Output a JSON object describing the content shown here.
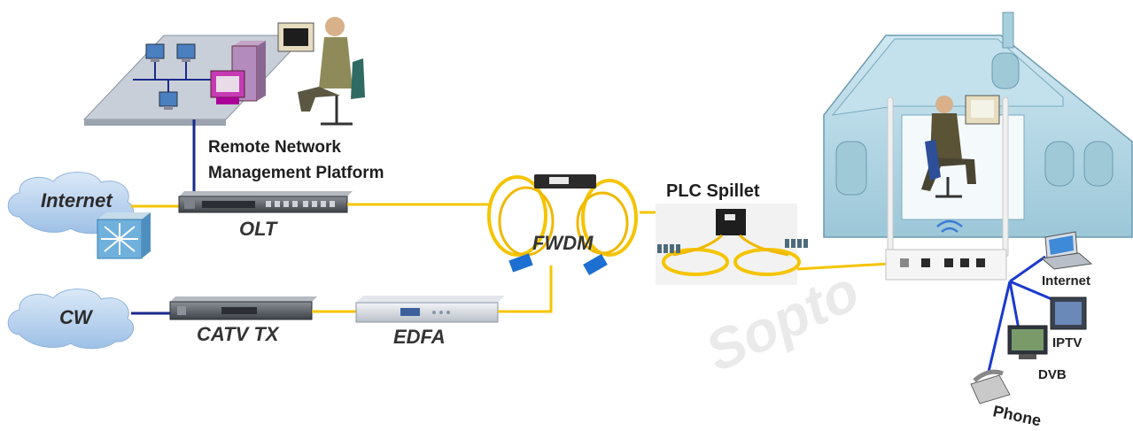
{
  "labels": {
    "platform_line1": "Remote Network",
    "platform_line2": "Management Platform",
    "internet": "Internet",
    "olt": "OLT",
    "cw": "CW",
    "catv_tx": "CATV TX",
    "edfa": "EDFA",
    "fwdm": "FWDM",
    "plc": "PLC Spillet",
    "internet_device": "Internet",
    "iptv": "IPTV",
    "dvb": "DVB",
    "phone": "Phone"
  },
  "watermark": "Sopto",
  "colors": {
    "fiber": "#f5c400",
    "network_line": "#1a2a8a",
    "cloud": "#bcd6f2",
    "house": "#b7d9e8"
  }
}
